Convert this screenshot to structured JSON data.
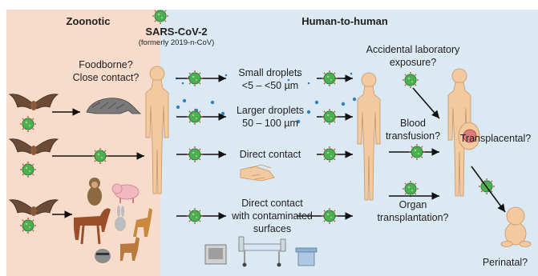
{
  "headers": {
    "zoonotic": "Zoonotic",
    "virus_name": "SARS-CoV-2",
    "virus_former": "(formerly 2019-n-CoV)",
    "human_to_human": "Human-to-human"
  },
  "zoonotic_routes": {
    "line1": "Foodborne?",
    "line2": "Close contact?"
  },
  "transmission": {
    "small_droplets": [
      "Small droplets",
      "<5 – <50 µm"
    ],
    "larger_droplets": [
      "Larger droplets",
      "50 – 100 µm"
    ],
    "direct_contact": "Direct contact",
    "contaminated": [
      "Direct contact",
      "with contaminated",
      "surfaces"
    ]
  },
  "recipient_routes": {
    "lab": [
      "Accidental laboratory",
      "exposure?"
    ],
    "blood": [
      "Blood",
      "transfusion?"
    ],
    "organ": [
      "Organ",
      "transplantation?"
    ],
    "transplacental": "Transplacental?",
    "perinatal": "Perinatal?"
  },
  "colors": {
    "zoonotic_bg": "#f7dccb",
    "h2h_bg": "#dbe9f3",
    "virus": "#4caf50",
    "virus_spike": "#c0392b",
    "skin": "#f3c9a0",
    "droplet": "#2f7fc1"
  },
  "icons": [
    "bat-icon",
    "pangolin-icon",
    "monkey-icon",
    "pig-icon",
    "horse-icon",
    "rabbit-icon",
    "deer-icon",
    "goat-icon",
    "raccoon-icon",
    "handshake-icon",
    "appliance-icon",
    "hospital-bed-icon",
    "trash-can-icon",
    "baby-icon",
    "virus-icon"
  ]
}
